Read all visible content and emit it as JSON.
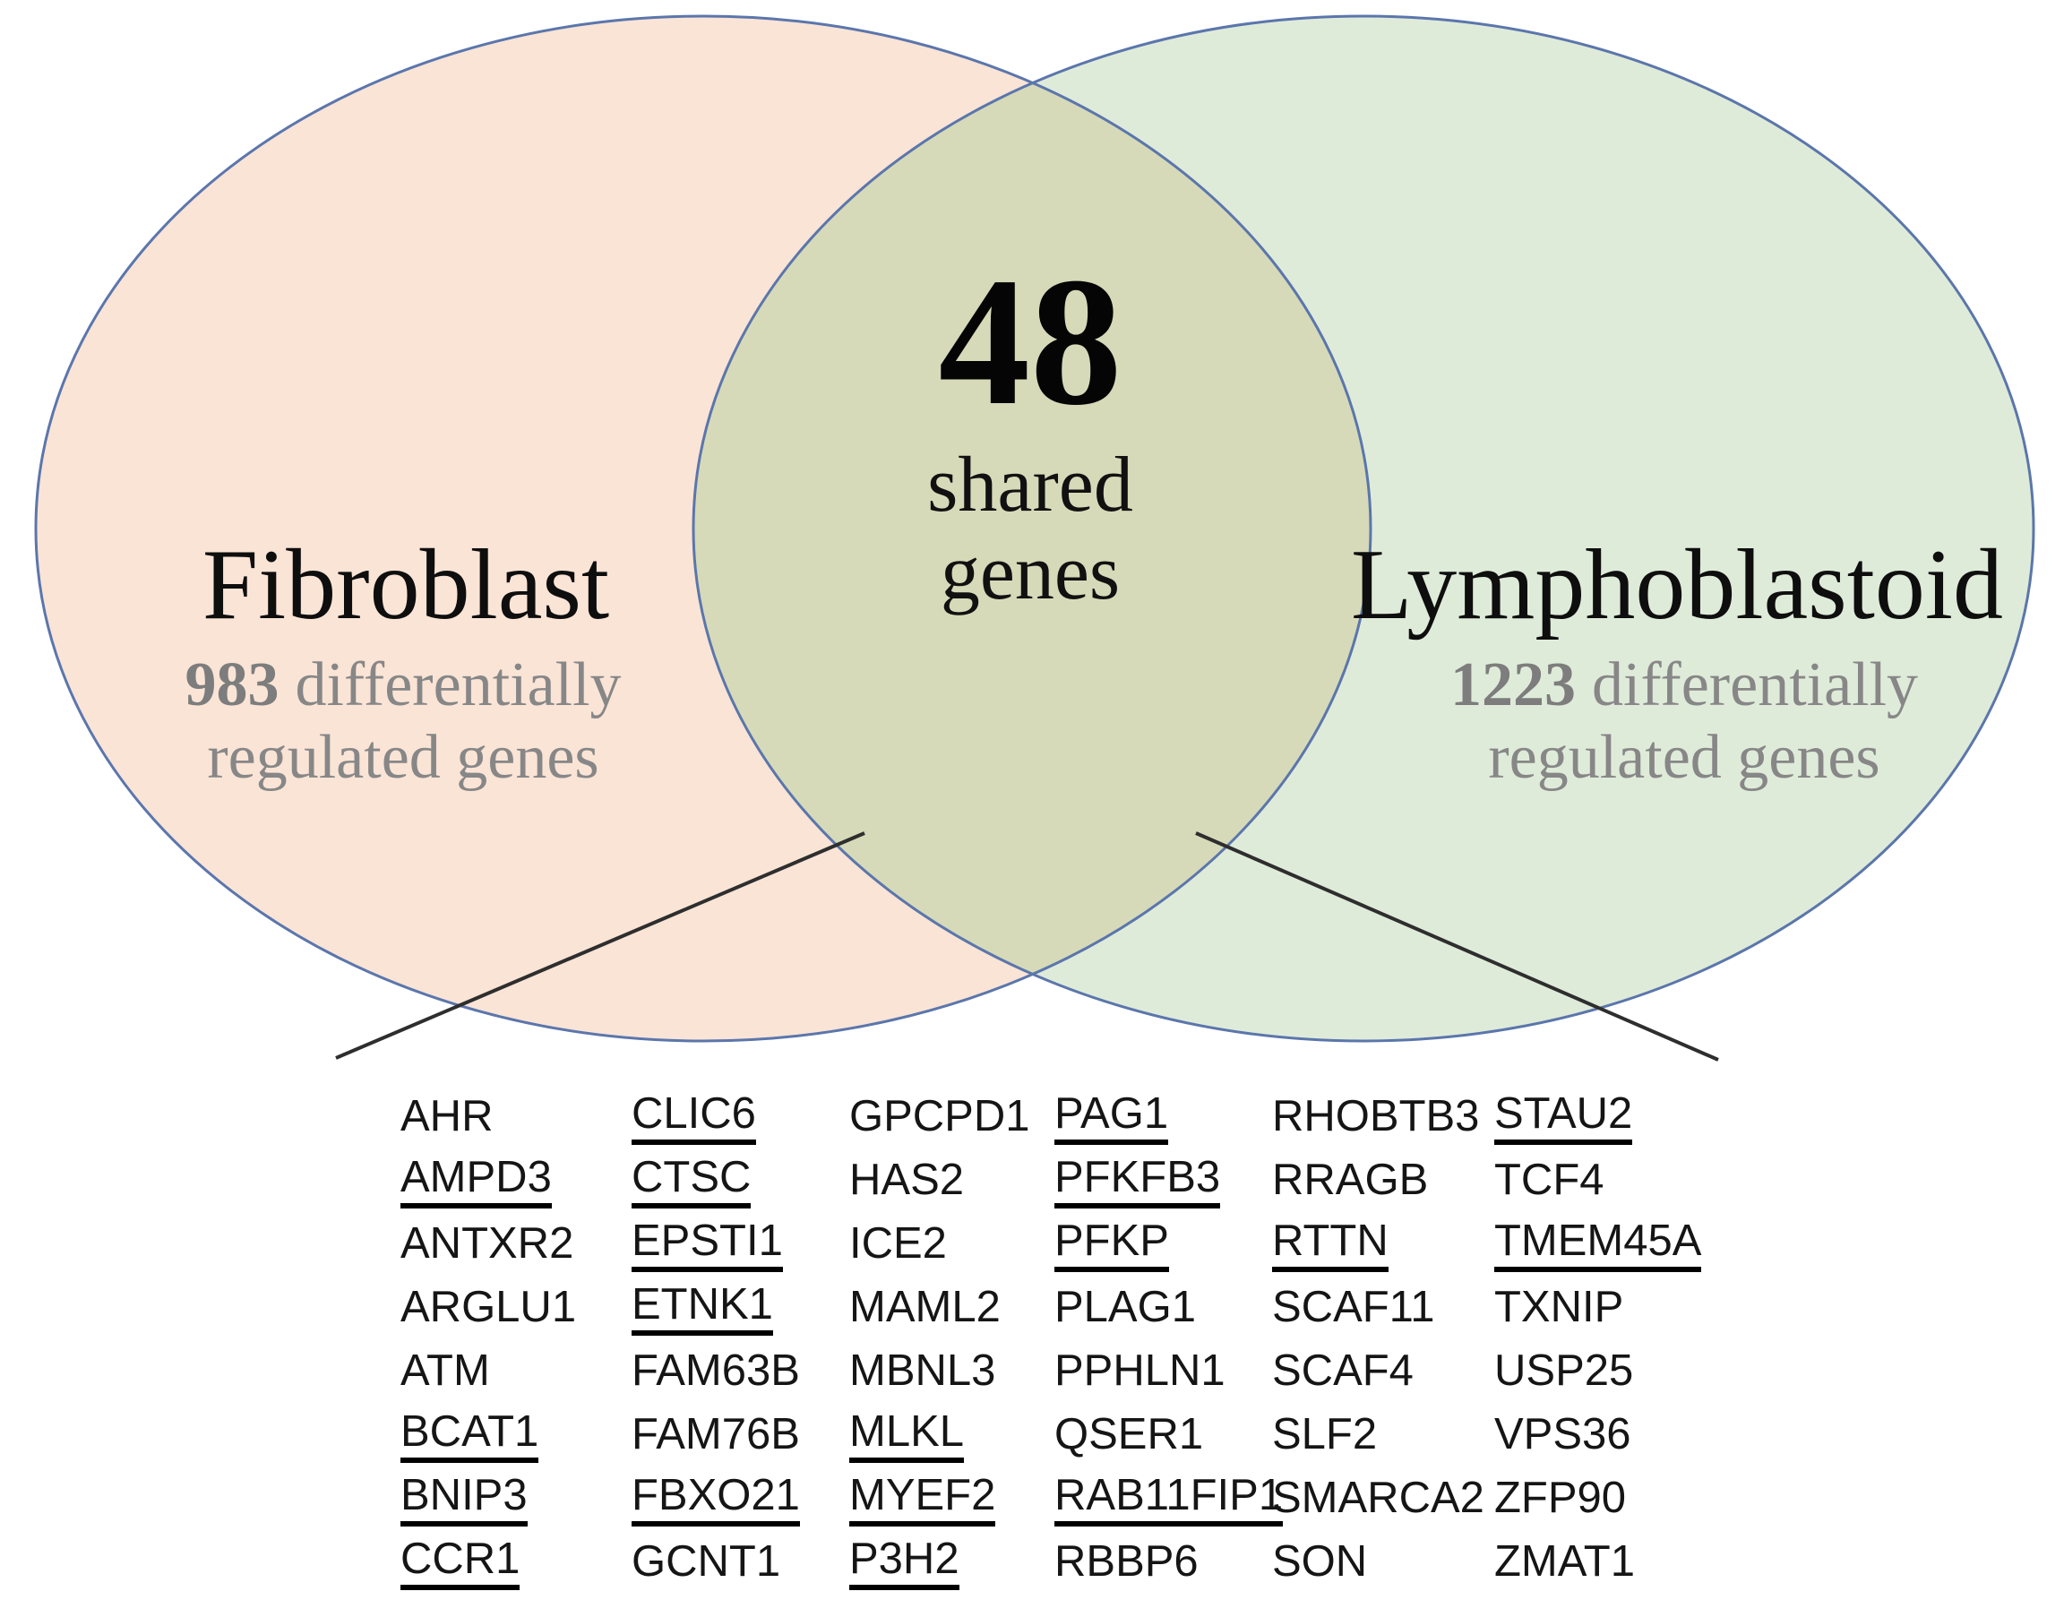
{
  "figure": {
    "left_set": {
      "title": "Fibroblast",
      "count": "983",
      "subtitle_after_count": "differentially",
      "subtitle_line2": "regulated genes"
    },
    "right_set": {
      "title": "Lymphoblastoid",
      "count": "1223",
      "subtitle_after_count": "differentially",
      "subtitle_line2": "regulated genes"
    },
    "overlap": {
      "count": "48",
      "label_line1": "shared",
      "label_line2": "genes"
    }
  },
  "colors": {
    "left_fill": "#fae4d6",
    "right_fill": "#dfebd9",
    "overlap_fill": "#d6dab8",
    "ellipse_stroke": "#5b76ac",
    "callout_line": "#2e2e2e",
    "subtitle_gray": "#878787",
    "gene_text": "#151515"
  },
  "genes": {
    "columns": [
      {
        "items": [
          {
            "label": "AHR",
            "underlined": false
          },
          {
            "label": "AMPD3",
            "underlined": true
          },
          {
            "label": "ANTXR2",
            "underlined": false
          },
          {
            "label": "ARGLU1",
            "underlined": false
          },
          {
            "label": "ATM",
            "underlined": false
          },
          {
            "label": "BCAT1",
            "underlined": true
          },
          {
            "label": "BNIP3",
            "underlined": true
          },
          {
            "label": "CCR1",
            "underlined": true
          }
        ]
      },
      {
        "items": [
          {
            "label": "CLIC6",
            "underlined": true
          },
          {
            "label": "CTSC",
            "underlined": true
          },
          {
            "label": "EPSTI1",
            "underlined": true
          },
          {
            "label": "ETNK1",
            "underlined": true
          },
          {
            "label": "FAM63B",
            "underlined": false
          },
          {
            "label": "FAM76B",
            "underlined": false
          },
          {
            "label": "FBXO21",
            "underlined": true
          },
          {
            "label": "GCNT1",
            "underlined": false
          }
        ]
      },
      {
        "items": [
          {
            "label": "GPCPD1",
            "underlined": false
          },
          {
            "label": "HAS2",
            "underlined": false
          },
          {
            "label": "ICE2",
            "underlined": false
          },
          {
            "label": "MAML2",
            "underlined": false
          },
          {
            "label": "MBNL3",
            "underlined": false
          },
          {
            "label": "MLKL",
            "underlined": true
          },
          {
            "label": "MYEF2",
            "underlined": true
          },
          {
            "label": "P3H2",
            "underlined": true
          }
        ]
      },
      {
        "items": [
          {
            "label": "PAG1",
            "underlined": true
          },
          {
            "label": "PFKFB3",
            "underlined": true
          },
          {
            "label": "PFKP",
            "underlined": true
          },
          {
            "label": "PLAG1",
            "underlined": false
          },
          {
            "label": "PPHLN1",
            "underlined": false
          },
          {
            "label": "QSER1",
            "underlined": false
          },
          {
            "label": "RAB11FIP1",
            "underlined": true
          },
          {
            "label": "RBBP6",
            "underlined": false
          }
        ]
      },
      {
        "items": [
          {
            "label": "RHOBTB3",
            "underlined": false
          },
          {
            "label": "RRAGB",
            "underlined": false
          },
          {
            "label": "RTTN",
            "underlined": true
          },
          {
            "label": "SCAF11",
            "underlined": false
          },
          {
            "label": "SCAF4",
            "underlined": false
          },
          {
            "label": "SLF2",
            "underlined": false
          },
          {
            "label": "SMARCA2",
            "underlined": false
          },
          {
            "label": "SON",
            "underlined": false
          }
        ]
      },
      {
        "items": [
          {
            "label": "STAU2",
            "underlined": true
          },
          {
            "label": "TCF4",
            "underlined": false
          },
          {
            "label": "TMEM45A",
            "underlined": true
          },
          {
            "label": "TXNIP",
            "underlined": false
          },
          {
            "label": "USP25",
            "underlined": false
          },
          {
            "label": "VPS36",
            "underlined": false
          },
          {
            "label": "ZFP90",
            "underlined": false
          },
          {
            "label": "ZMAT1",
            "underlined": false
          }
        ]
      }
    ]
  },
  "chart_data": {
    "type": "venn",
    "sets": [
      {
        "label": "Fibroblast",
        "size": 983
      },
      {
        "label": "Lymphoblastoid",
        "size": 1223
      }
    ],
    "overlap_size": 48,
    "overlap_label": "shared genes"
  }
}
